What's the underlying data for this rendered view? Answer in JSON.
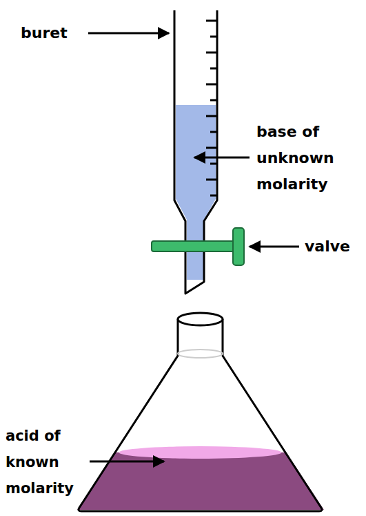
{
  "diagram": {
    "labels": [
      "buret",
      "base of unknown molarity",
      "valve",
      "acid of known molarity"
    ]
  }
}
